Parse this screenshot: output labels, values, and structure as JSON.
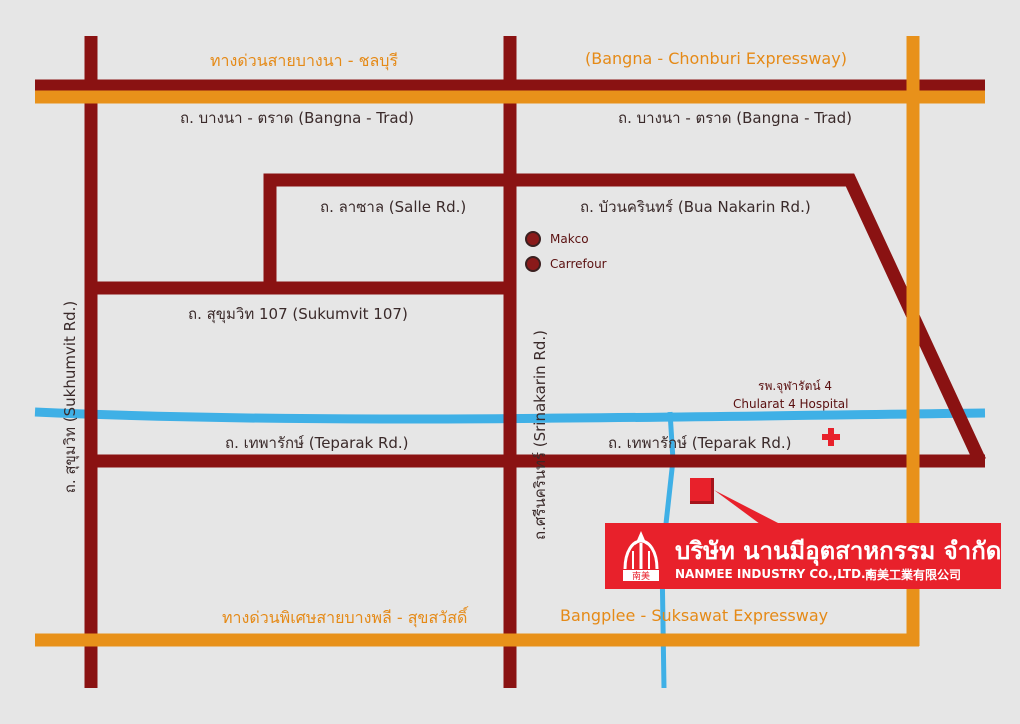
{
  "colors": {
    "background": "#e6e6e6",
    "road": "#8a1212",
    "expressway": "#e8911a",
    "canal": "#3fb0e6",
    "accent_red": "#e8212b"
  },
  "labels": {
    "top_expressway_th": "ทางด่วนสายบางนา - ชลบุรี",
    "top_expressway_en": "(Bangna - Chonburi Expressway)",
    "bangna_trad_left": "ถ. บางนา - ตราด (Bangna - Trad)",
    "bangna_trad_right": "ถ. บางนา - ตราด (Bangna - Trad)",
    "salle_rd": "ถ. ลาซาล (Salle Rd.)",
    "bua_nakarin_rd": "ถ. บัวนครินทร์ (Bua Nakarin Rd.)",
    "sukumvit_107": "ถ. สุขุมวิท 107 (Sukumvit 107)",
    "teparak_left": "ถ. เทพารักษ์ (Teparak Rd.)",
    "teparak_right": "ถ. เทพารักษ์ (Teparak Rd.)",
    "sukhumvit_rd": "ถ. สุขุมวิท (Sukhumvit Rd.)",
    "srinakarin_rd": "ถ.ศรีนครินทร์ (Srinakarin Rd.)",
    "bottom_expressway_th": "ทางด่วนพิเศษสายบางพลี - สุขสวัสดิ์",
    "bottom_expressway_en": "Bangplee - Suksawat Expressway"
  },
  "pois": {
    "makco": "Makco",
    "carrefour": "Carrefour",
    "hospital_th": "รพ.จุฬารัตน์ 4",
    "hospital_en": "Chularat 4 Hospital"
  },
  "company": {
    "name_th": "บริษัท นานมีอุตสาหกรรม จำกัด",
    "name_en": "NANMEE INDUSTRY CO.,LTD.•",
    "name_cn": "南美工業有限公司",
    "logo_text": "南美"
  }
}
